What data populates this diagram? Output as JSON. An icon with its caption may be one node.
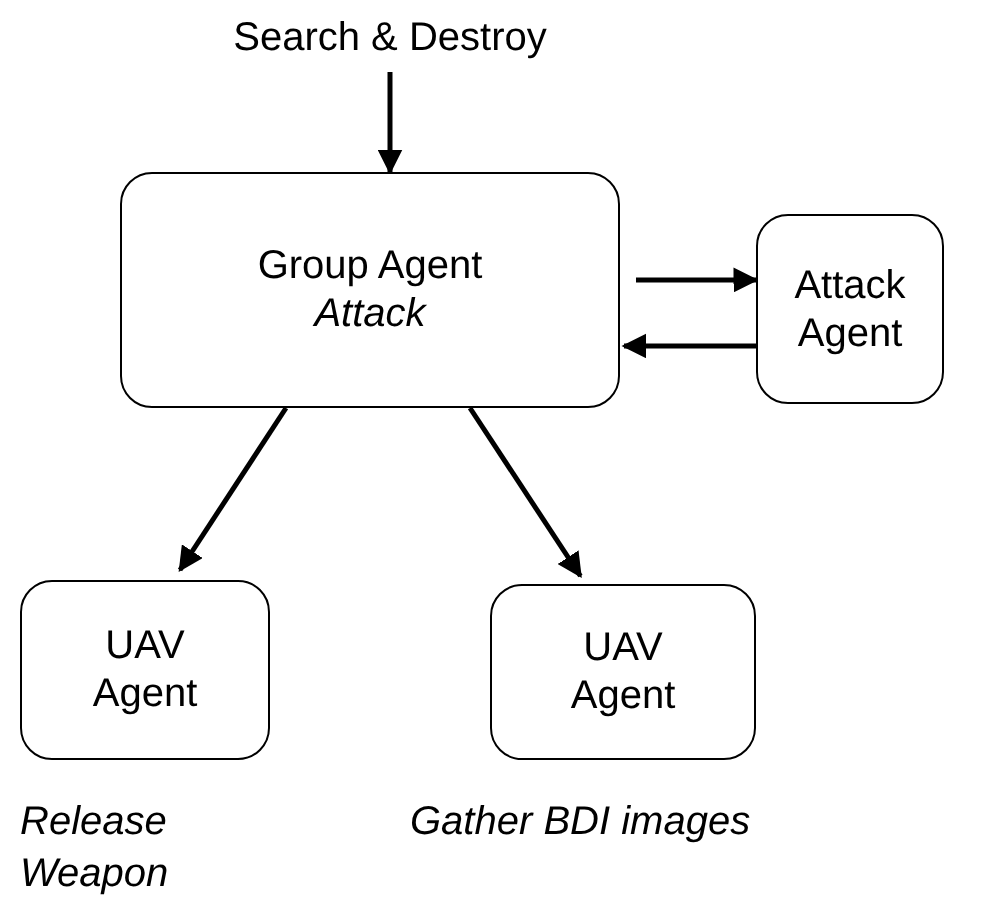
{
  "diagram": {
    "nodes": [
      {
        "text": [
          "Search & Destroy"
        ]
      },
      {
        "text": [
          "Group Agent",
          "Attack"
        ]
      },
      {
        "text": [
          "Attack Agent"
        ]
      },
      {
        "text": [
          "UAV Agent"
        ],
        "beside": [
          "Release Weapon"
        ]
      },
      {
        "text": [
          "UAV Agent"
        ],
        "beside": [
          "Gather BDI images"
        ]
      }
    ],
    "edges": [
      {
        "from": 0,
        "to": 1,
        "arrow": "to"
      },
      {
        "from": 1,
        "to": 2,
        "arrow": "to"
      },
      {
        "from": 2,
        "to": 1,
        "arrow": "to"
      },
      {
        "from": 1,
        "to": 3,
        "arrow": "to"
      },
      {
        "from": 1,
        "to": 4,
        "arrow": "to"
      }
    ]
  }
}
